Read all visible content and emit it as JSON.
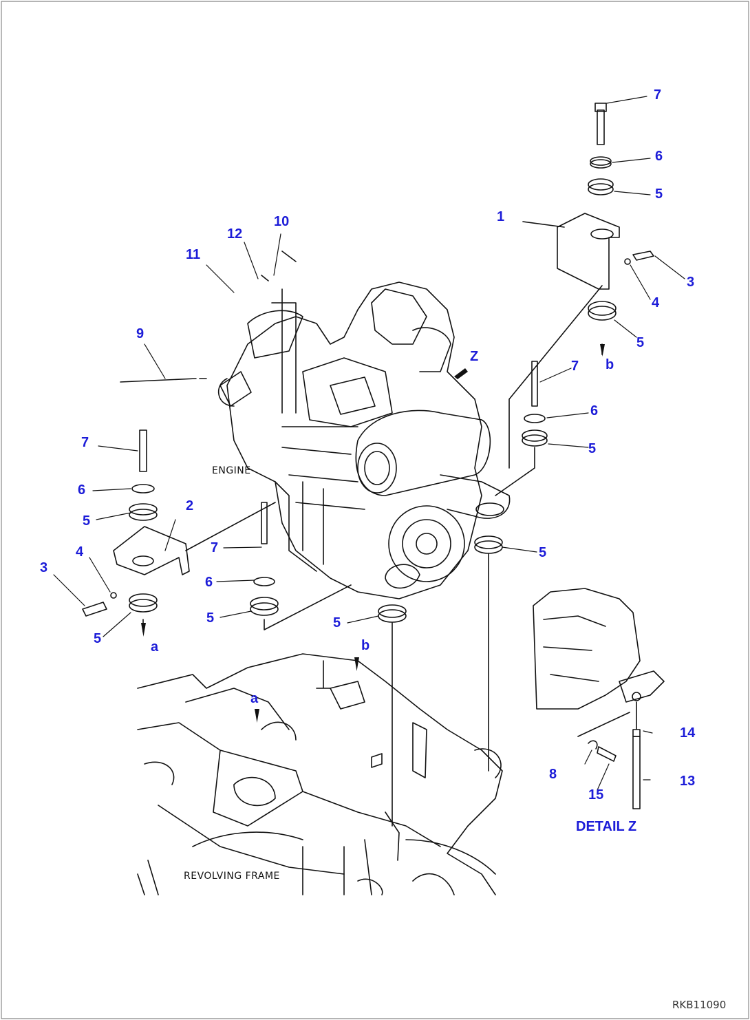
{
  "diagram": {
    "callouts": {
      "c1": "1",
      "c2": "2",
      "c3a": "3",
      "c3b": "3",
      "c4a": "4",
      "c4b": "4",
      "c5a": "5",
      "c5b": "5",
      "c5c": "5",
      "c5d": "5",
      "c5e": "5",
      "c5f": "5",
      "c5g": "5",
      "c5h": "5",
      "c6a": "6",
      "c6b": "6",
      "c6c": "6",
      "c6d": "6",
      "c7a": "7",
      "c7b": "7",
      "c7c": "7",
      "c7d": "7",
      "c8": "8",
      "c9": "9",
      "c10": "10",
      "c11": "11",
      "c12": "12",
      "c13": "13",
      "c14": "14",
      "c15": "15",
      "z": "Z",
      "a1": "a",
      "a2": "a",
      "b1": "b",
      "b2": "b"
    },
    "labels": {
      "engine": "ENGINE",
      "revolving_frame": "REVOLVING FRAME",
      "detail_z": "DETAIL Z",
      "drawing_code": "RKB11090"
    },
    "colors": {
      "callout": "#1c1cd8",
      "line": "#111111",
      "background": "#ffffff"
    }
  }
}
